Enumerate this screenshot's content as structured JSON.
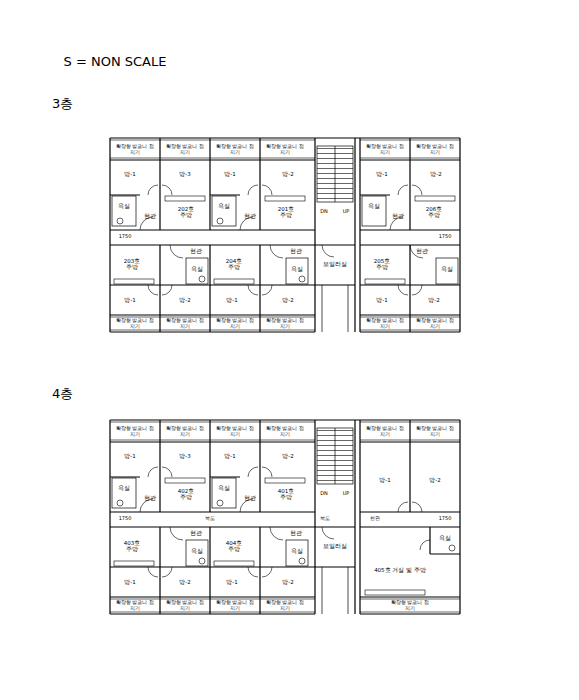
{
  "diagram": {
    "nodes": [
      {
        "text": [
          "3층"
        ]
      },
      {
        "text": [
          "4층"
        ]
      }
    ],
    "labels": [
      "S = NON SCALE",
      "확장형 발코니 접지기",
      "확장형 발코니 접지기",
      "확장형 발코니 접지기",
      "확장형 발코니 접지기",
      "확장형 발코니 접지기",
      "확장형 발코니 접지기",
      "확장형 발코니 접지기",
      "확장형 발코니 접지기",
      "확장형 발코니 접지기",
      "확장형 발코니 접지기",
      "확장형 발코니 접지기",
      "확장형 발코니 접지기",
      "방-1",
      "방-3",
      "방-1",
      "방-2",
      "방-1",
      "방-2",
      "욕실",
      "202호 주방",
      "현관",
      "욕실",
      "현관",
      "201호 주방",
      "욕실",
      "현관",
      "206호 주방",
      "1750",
      "1750",
      "203호 주방",
      "현관",
      "욕실",
      "204호 주방",
      "현관",
      "욕실",
      "보일러실",
      "205호 주방",
      "현관",
      "욕실",
      "방-1",
      "방-2",
      "방-1",
      "방-2",
      "방-1",
      "방-2",
      "DN",
      "UP",
      "확장형 발코니 접지기",
      "확장형 발코니 접지기",
      "확장형 발코니 접지기",
      "확장형 발코니 접지기",
      "확장형 발코니 접지기",
      "확장형 발코니 접지기",
      "확장형 발코니 접지기",
      "확장형 발코니 접지기",
      "확장형 발코니 접지기",
      "확장형 발코니 접지기",
      "확장형 발코니 접지기",
      "방-1",
      "방-3",
      "방-1",
      "방-2",
      "방-1",
      "방-2",
      "욕실",
      "402호 주방",
      "현관",
      "욕실",
      "현관",
      "401호 주방",
      "1750",
      "1750",
      "복도",
      "복도",
      "현관",
      "403호 주방",
      "현관",
      "욕실",
      "404호 주방",
      "현관",
      "욕실",
      "보일러실",
      "욕실",
      "405호 거실 및 주방",
      "방-1",
      "방-2",
      "방-1",
      "방-2",
      "DN",
      "UP"
    ]
  }
}
